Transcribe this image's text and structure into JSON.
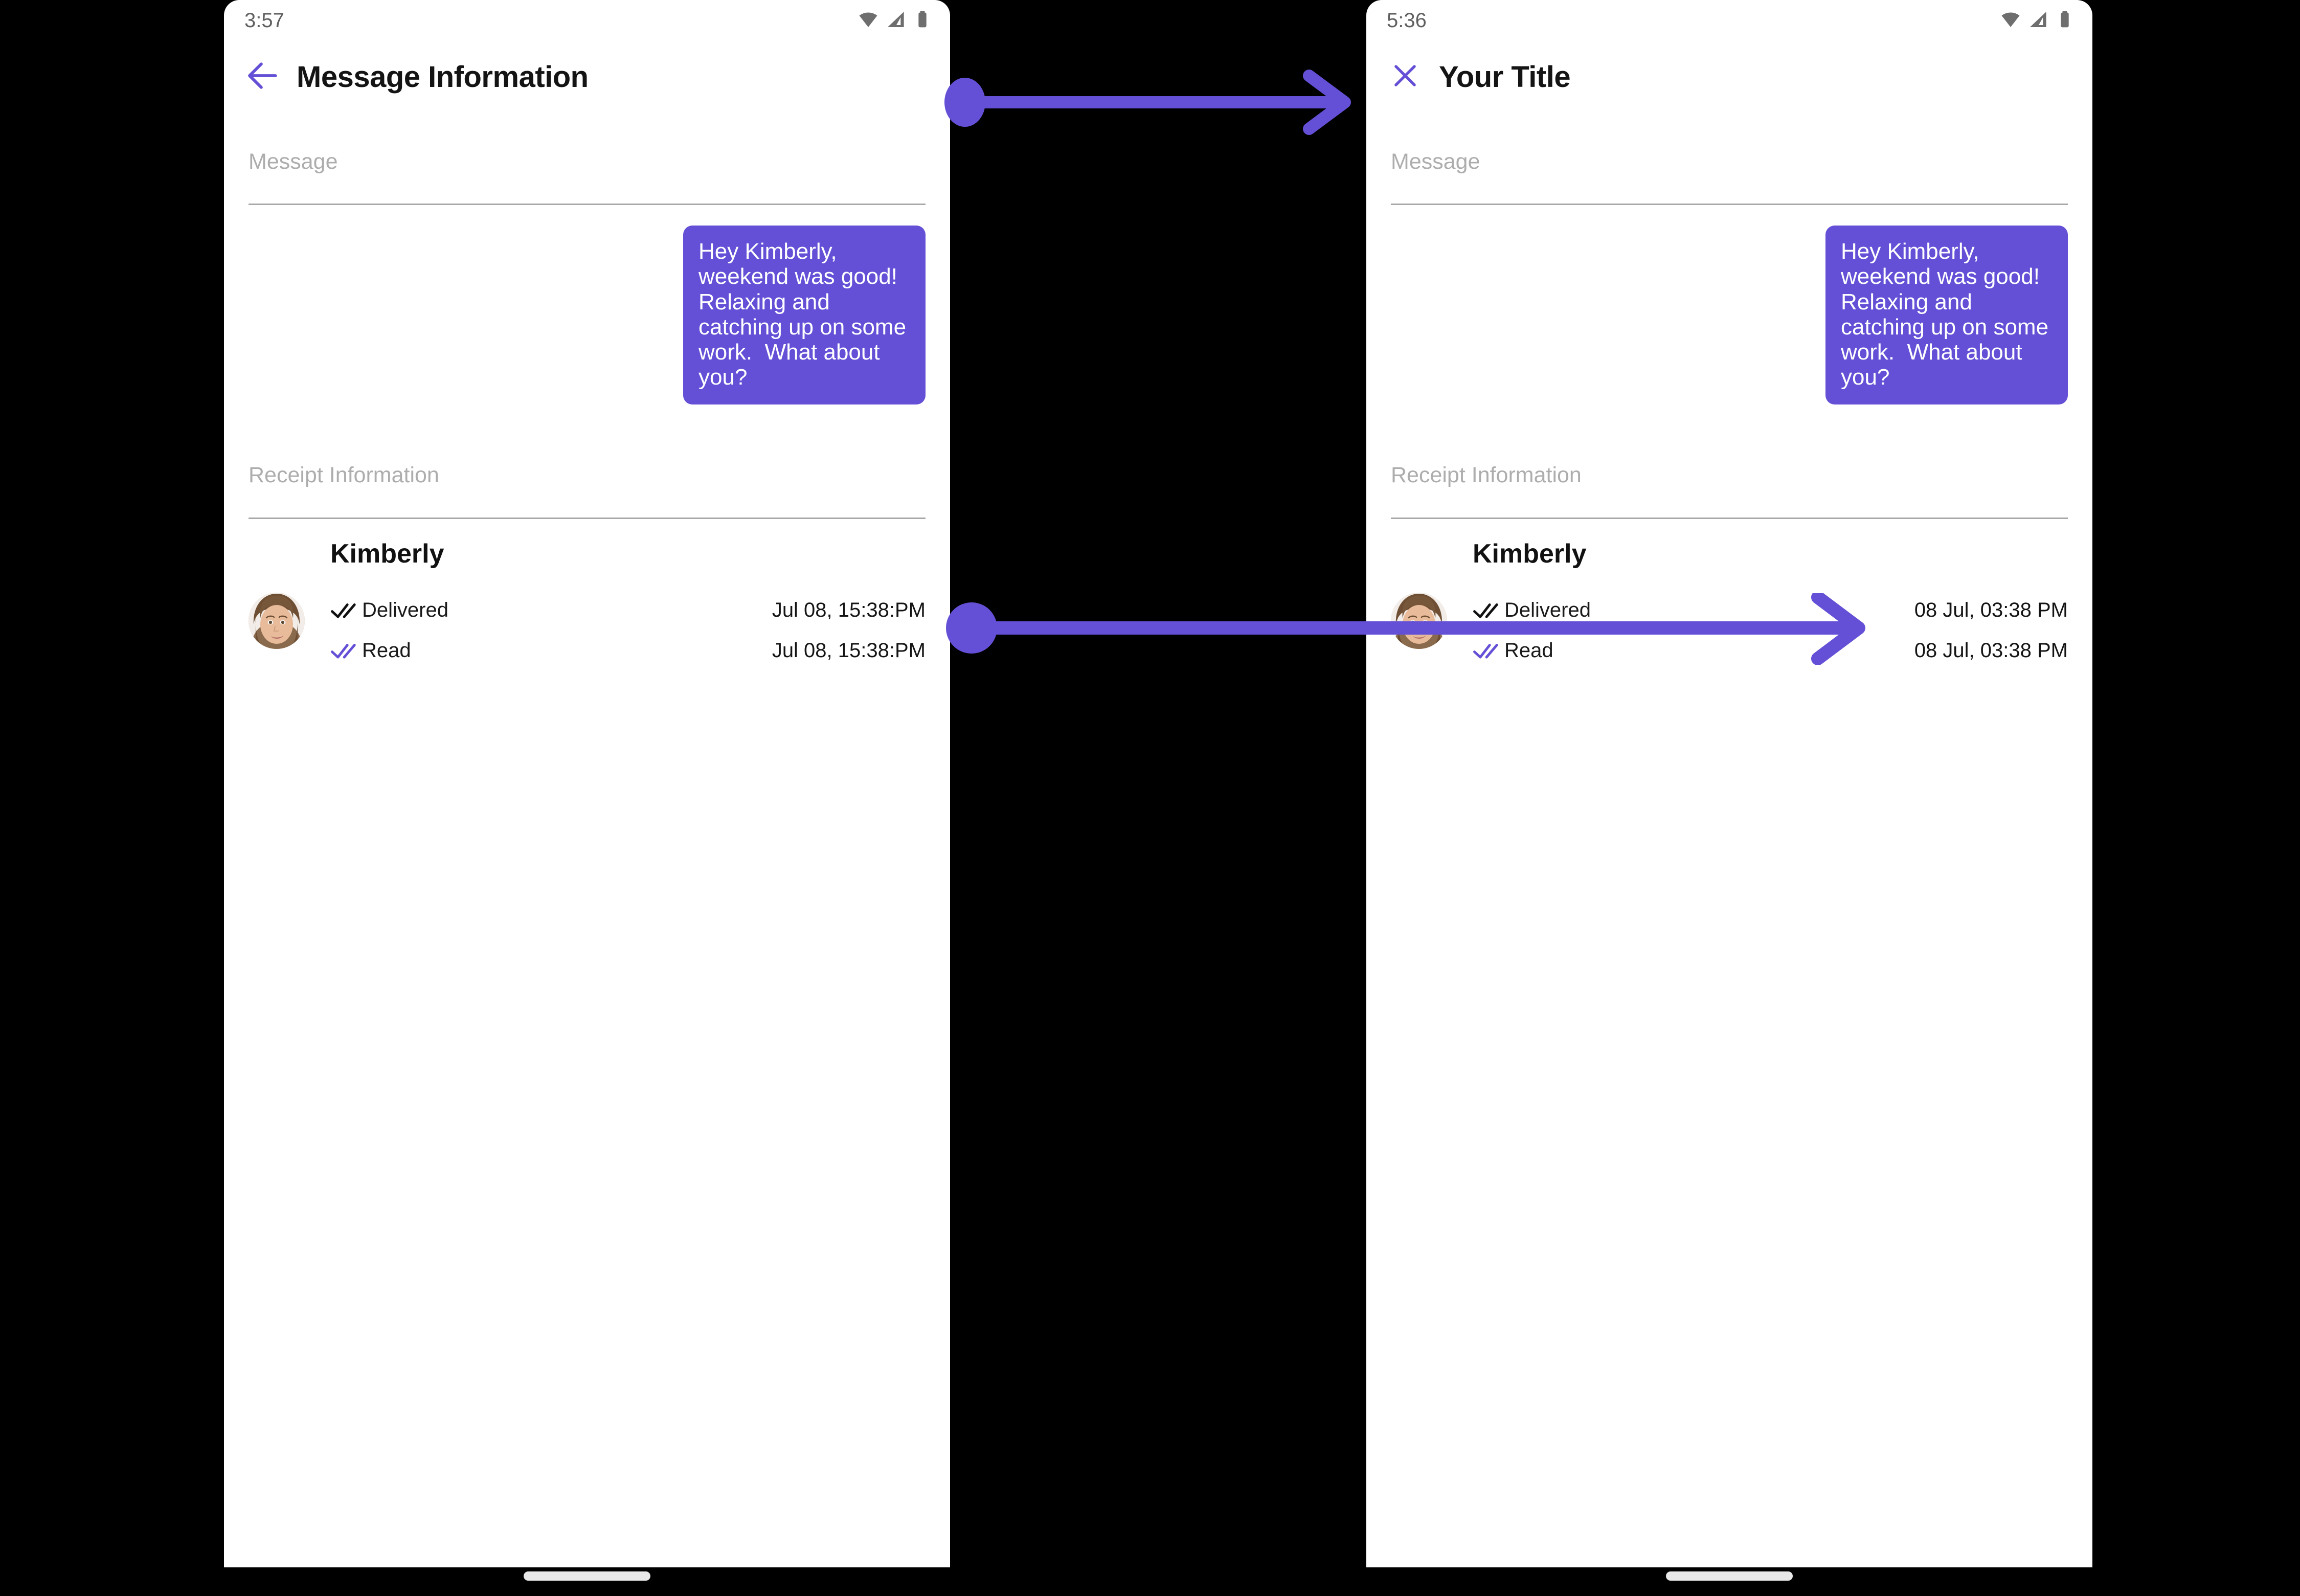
{
  "accent_color": "#6350d6",
  "muted_color": "#adadad",
  "background_color": "#000000",
  "screen_background": "#ffffff",
  "panels": [
    {
      "id": "left",
      "statusbar": {
        "clock": "3:57",
        "icons": [
          "wifi-icon",
          "cellular-signal-icon",
          "battery-icon"
        ]
      },
      "appbar": {
        "nav_icon": "back-arrow-icon",
        "title": "Message Information"
      },
      "message_section": {
        "label": "Message",
        "bubble_text": "Hey Kimberly, weekend was good!  Relaxing and catching up on some work.  What about you?"
      },
      "receipt_section": {
        "label": "Receipt Information",
        "contact_name": "Kimberly",
        "avatar": "contact-avatar",
        "rows": [
          {
            "icon": "double-check-icon",
            "icon_color": "#111111",
            "label": "Delivered",
            "time": "Jul 08, 15:38:PM"
          },
          {
            "icon": "double-check-icon",
            "icon_color": "#6350d6",
            "label": "Read",
            "time": "Jul 08, 15:38:PM"
          }
        ]
      }
    },
    {
      "id": "right",
      "statusbar": {
        "clock": "5:36",
        "icons": [
          "wifi-icon",
          "cellular-signal-icon",
          "battery-icon"
        ]
      },
      "appbar": {
        "nav_icon": "close-x-icon",
        "title": "Your Title"
      },
      "message_section": {
        "label": "Message",
        "bubble_text": "Hey Kimberly, weekend was good!  Relaxing and catching up on some work.  What about you?"
      },
      "receipt_section": {
        "label": "Receipt Information",
        "contact_name": "Kimberly",
        "avatar": "contact-avatar",
        "rows": [
          {
            "icon": "double-check-icon",
            "icon_color": "#111111",
            "label": "Delivered",
            "time": "08 Jul, 03:38 PM"
          },
          {
            "icon": "double-check-icon",
            "icon_color": "#6350d6",
            "label": "Read",
            "time": "08 Jul, 03:38 PM"
          }
        ]
      }
    }
  ],
  "annotations": [
    {
      "id": "annotation-arrow-title",
      "color": "#6350d6"
    },
    {
      "id": "annotation-arrow-timestamp",
      "color": "#6350d6"
    }
  ]
}
